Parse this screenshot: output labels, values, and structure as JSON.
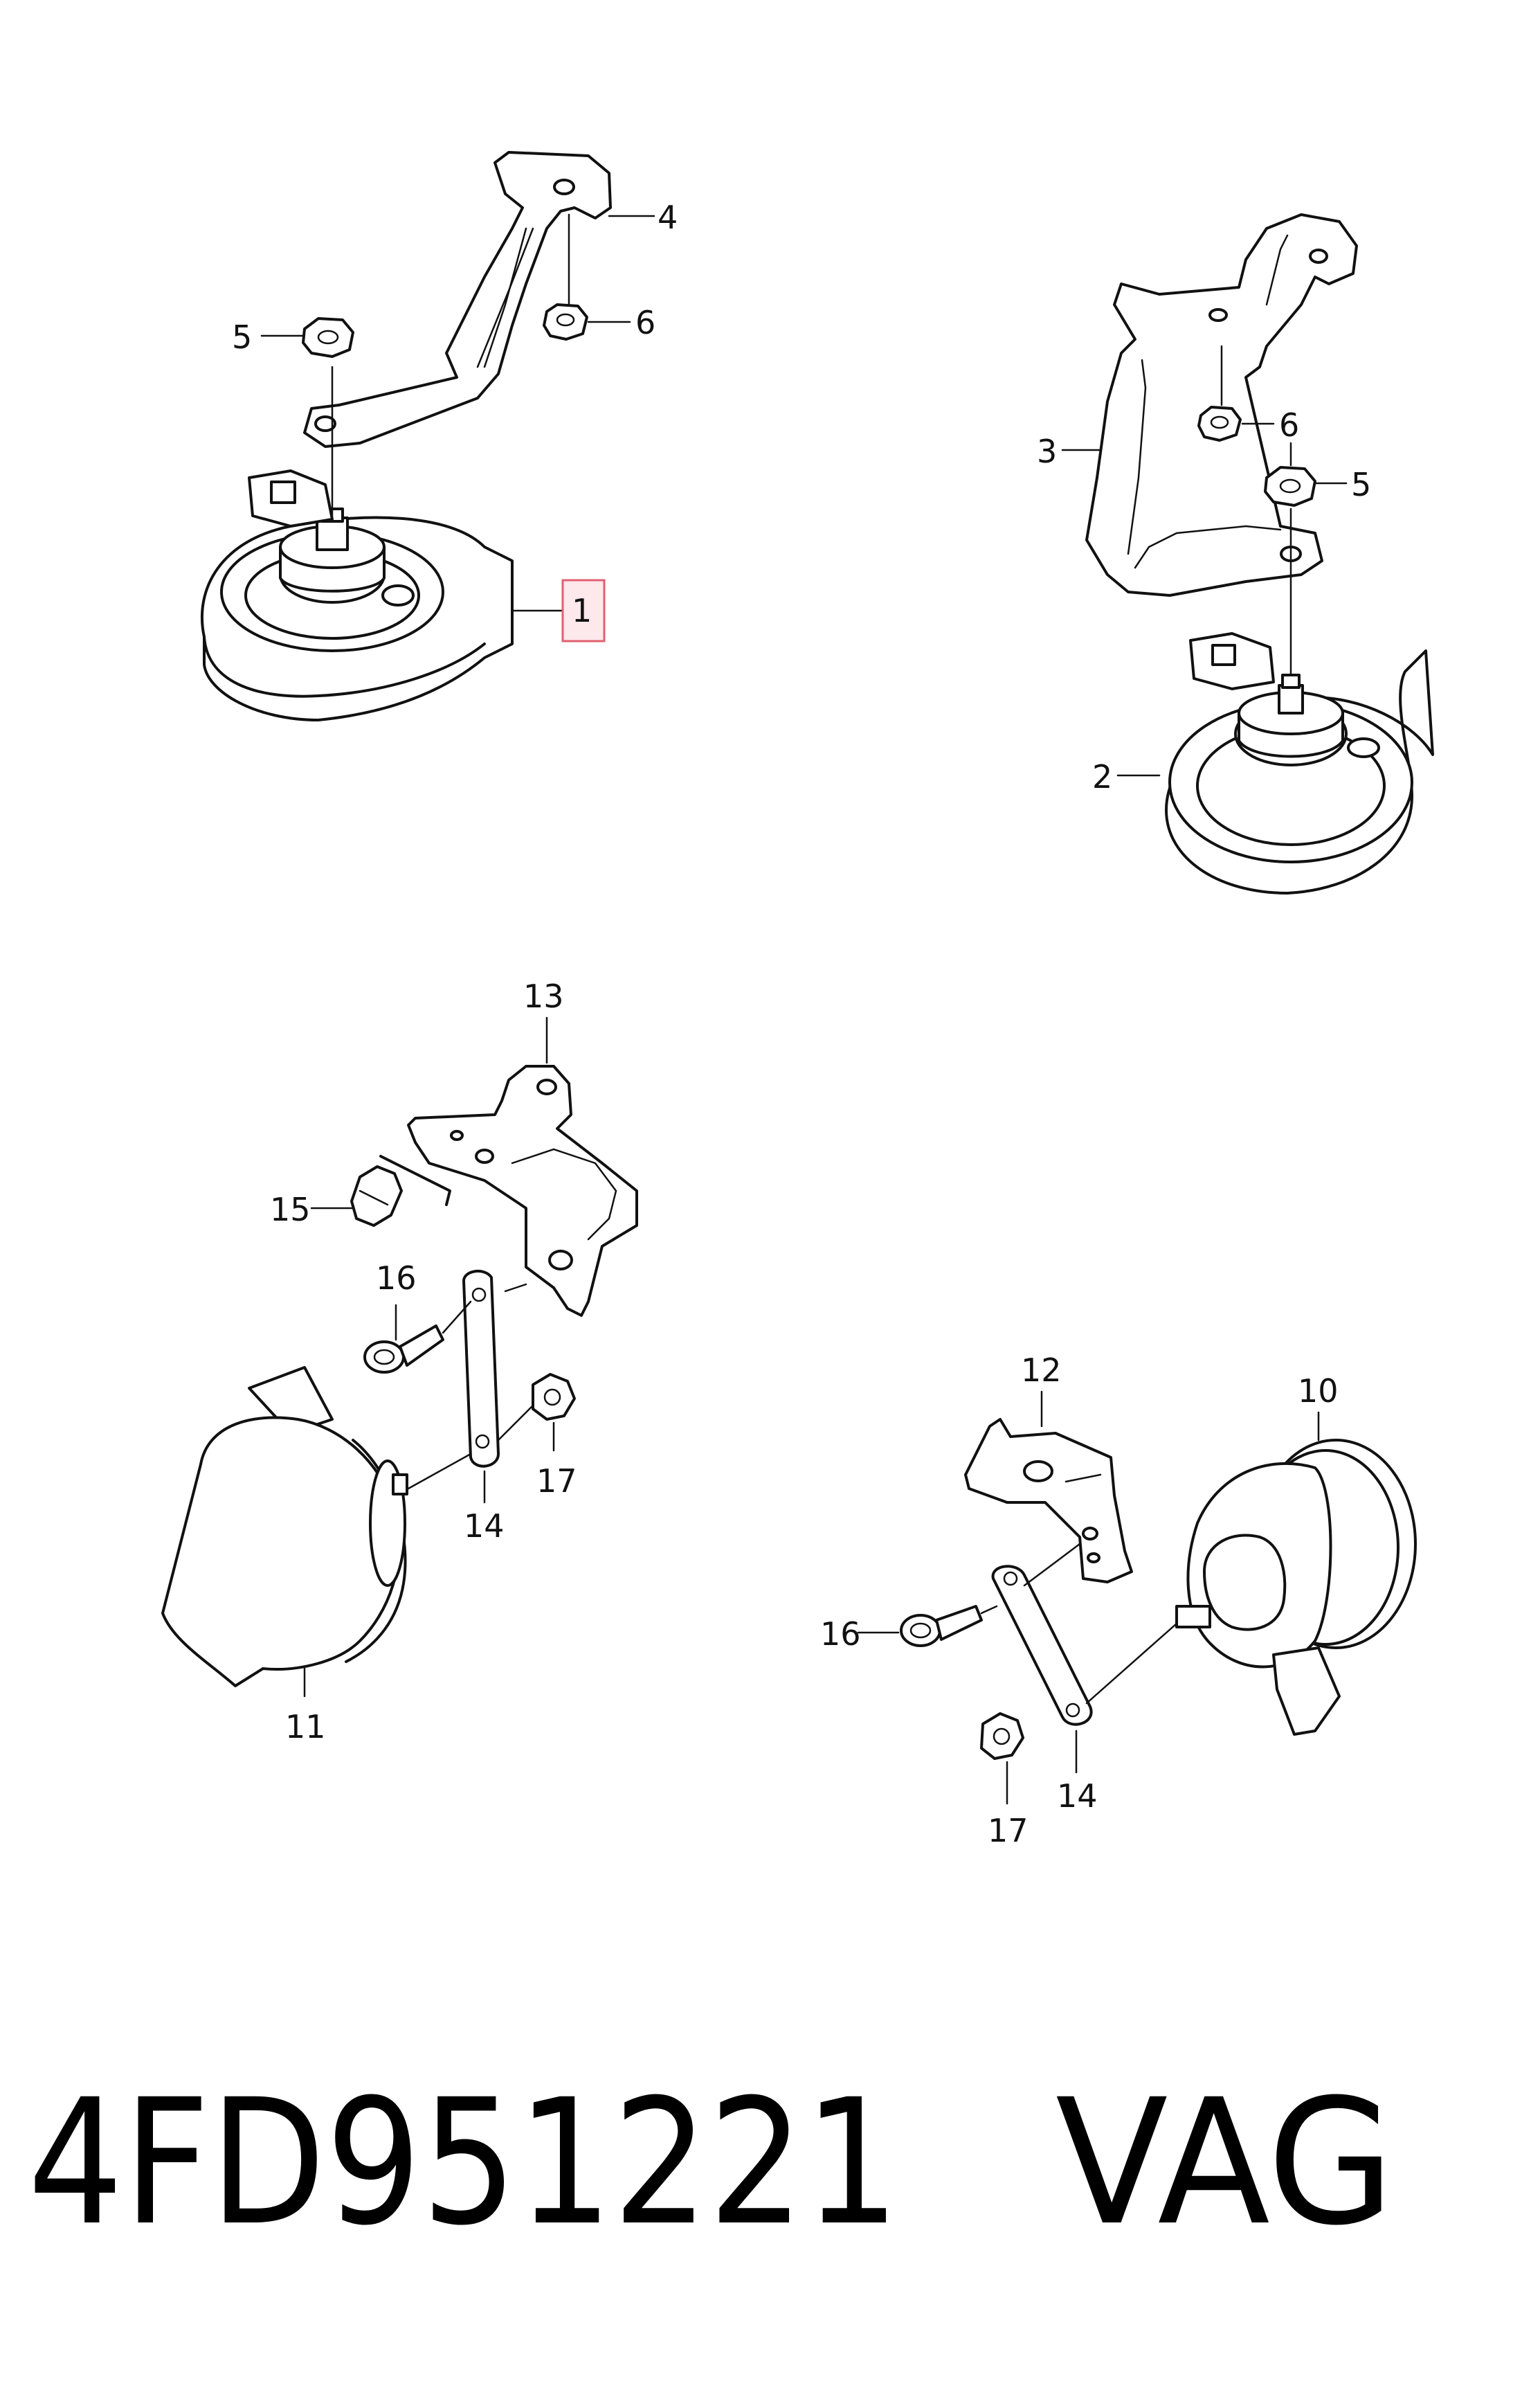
{
  "callouts": {
    "c1": "1",
    "c2": "2",
    "c3": "3",
    "c4": "4",
    "c5a": "5",
    "c5b": "5",
    "c6a": "6",
    "c6b": "6",
    "c10": "10",
    "c11": "11",
    "c12": "12",
    "c13": "13",
    "c14a": "14",
    "c14b": "14",
    "c15": "15",
    "c16a": "16",
    "c16b": "16",
    "c17a": "17",
    "c17b": "17"
  },
  "highlight_color": "#e06070",
  "footer": {
    "part_number": "4FD951221",
    "brand": "VAG"
  }
}
